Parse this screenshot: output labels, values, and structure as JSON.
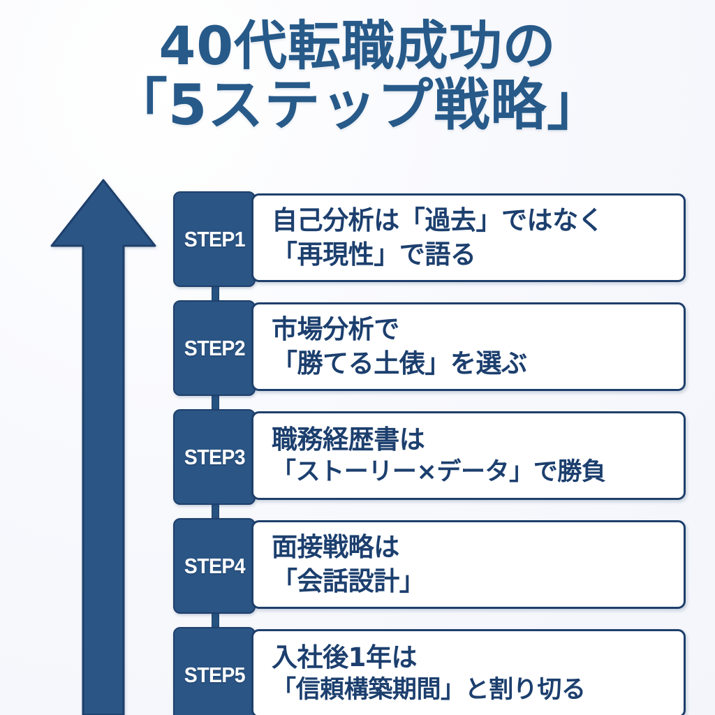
{
  "colors": {
    "background": "#f7f8fc",
    "brand_blue": "#2b5585",
    "border_navy": "#1e3f6b",
    "title_blue": "#275a89",
    "body_navy": "#1c3f6e",
    "badge_text": "#ffffff"
  },
  "title": {
    "line1": "40代転職成功の",
    "line2": "「5ステップ戦略」"
  },
  "arrow": {
    "label": "upward-growth-arrow",
    "direction": "up",
    "color": "#2b5585"
  },
  "steps": [
    {
      "badge": "STEP1",
      "line1": "自己分析は「過去」ではなく",
      "line2": "「再現性」で語る"
    },
    {
      "badge": "STEP2",
      "line1": "市場分析で",
      "line2": "「勝てる土俵」を選ぶ"
    },
    {
      "badge": "STEP3",
      "line1": "職務経歴書は",
      "line2": "「ストーリー×データ」で勝負"
    },
    {
      "badge": "STEP4",
      "line1": "面接戦略は",
      "line2": "「会話設計」"
    },
    {
      "badge": "STEP5",
      "line1": "入社後1年は",
      "line2": "「信頼構築期間」と割り切る"
    }
  ]
}
